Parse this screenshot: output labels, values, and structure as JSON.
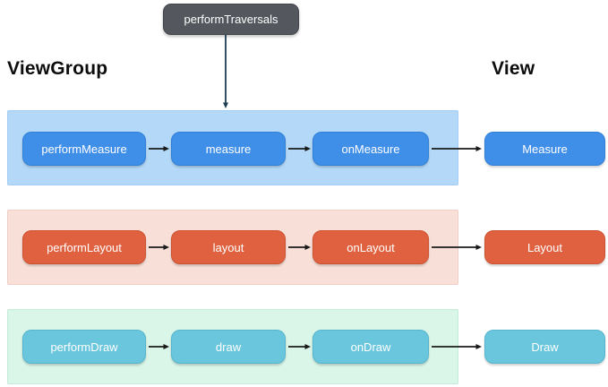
{
  "root_node": {
    "label": "performTraversals"
  },
  "section_labels": {
    "left": "ViewGroup",
    "right": "View"
  },
  "rows": [
    {
      "name": "measure",
      "lane_color": "#b4d9f8",
      "node_color": "#3f8ee8",
      "nodes": [
        {
          "label": "performMeasure"
        },
        {
          "label": "measure"
        },
        {
          "label": "onMeasure"
        }
      ],
      "view_node": {
        "label": "Measure"
      }
    },
    {
      "name": "layout",
      "lane_color": "#f8e0d9",
      "node_color": "#e0613f",
      "nodes": [
        {
          "label": "performLayout"
        },
        {
          "label": "layout"
        },
        {
          "label": "onLayout"
        }
      ],
      "view_node": {
        "label": "Layout"
      }
    },
    {
      "name": "draw",
      "lane_color": "#d9f6e9",
      "node_color": "#69c6dc",
      "nodes": [
        {
          "label": "performDraw"
        },
        {
          "label": "draw"
        },
        {
          "label": "onDraw"
        }
      ],
      "view_node": {
        "label": "Draw"
      }
    }
  ],
  "arrow_colors": {
    "vertical": "#1c3d52",
    "horizontal": "#1a1a1a"
  }
}
